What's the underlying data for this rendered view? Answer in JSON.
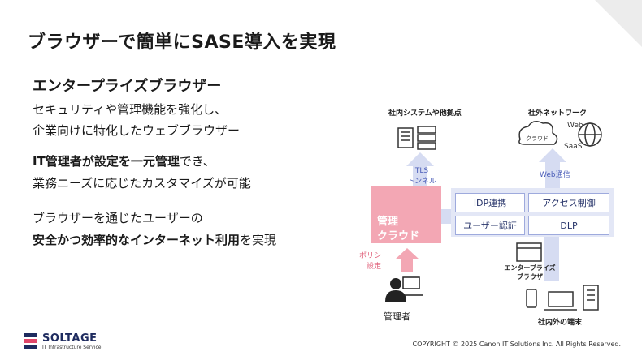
{
  "slide": {
    "title": "ブラウザーで簡単にSASE導入を実現",
    "subtitle": "エンタープライズブラウザー",
    "paragraphs": {
      "p1_line1": "セキュリティや管理機能を強化し、",
      "p1_line2": "企業向けに特化したウェブブラウザー",
      "p2_line1_bold": "IT管理者が設定を一元管理",
      "p2_line1_rest": "でき、",
      "p2_line2": "業務ニーズに応じたカスタマイズが可能",
      "p3_line1": "ブラウザーを通じたユーザーの",
      "p3_line2_bold": "安全かつ効率的なインターネット利用",
      "p3_line2_rest": "を実現"
    }
  },
  "diagram": {
    "internal_label": "社内システムや他拠点",
    "external_label": "社外ネットワーク",
    "tls_label": "TLS\nトンネル",
    "web_label": "Web通信",
    "cloud_text": "クラウド",
    "web_text": "Web",
    "saas_text": "SaaS",
    "mgmt_cloud_line1": "管理",
    "mgmt_cloud_line2": "クラウド",
    "features": {
      "idp": "IDP連携",
      "access": "アクセス制御",
      "auth": "ユーザー認証",
      "dlp": "DLP"
    },
    "policy_label": "ポリシー\n設定",
    "admin_label": "管理者",
    "browser_label": "エンタープライズ\nブラウザ",
    "devices_label": "社内外の端末"
  },
  "footer": {
    "logo": "SOLTAGE",
    "logo_sub": "IT Infrastructure Service",
    "copyright": "COPYRIGHT © 2025 Canon IT Solutions Inc. All Rights Reserved."
  },
  "colors": {
    "pink": "#f3a7b4",
    "blue_band": "#d6dcf2",
    "feature_border": "#9eaadd",
    "navy": "#1e2b5f"
  }
}
